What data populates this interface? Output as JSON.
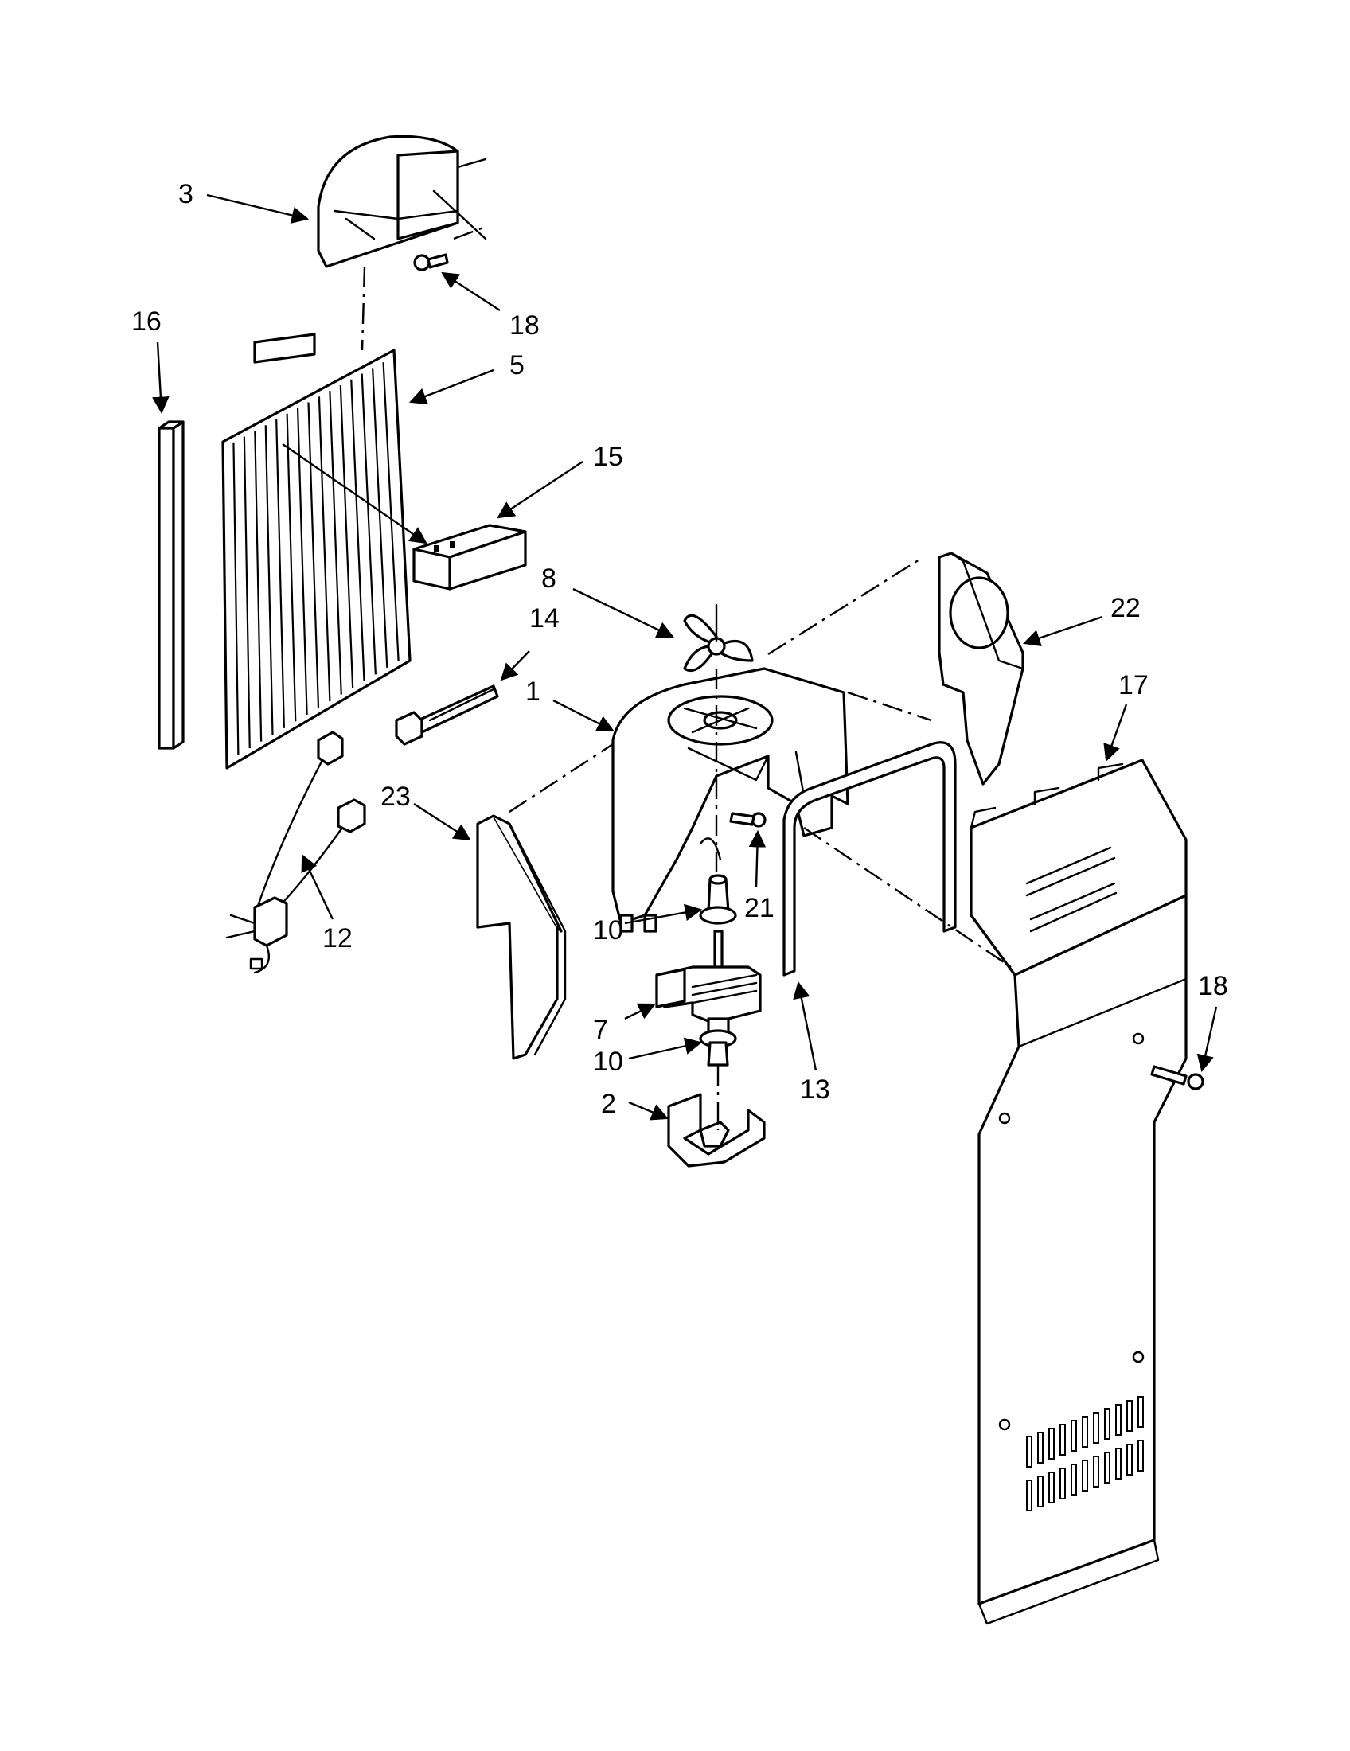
{
  "diagram": {
    "callouts": [
      {
        "id": "c3",
        "text": "3"
      },
      {
        "id": "c18a",
        "text": "18"
      },
      {
        "id": "c16",
        "text": "16"
      },
      {
        "id": "c5",
        "text": "5"
      },
      {
        "id": "c15",
        "text": "15"
      },
      {
        "id": "c8",
        "text": "8"
      },
      {
        "id": "c14",
        "text": "14"
      },
      {
        "id": "c1",
        "text": "1"
      },
      {
        "id": "c22",
        "text": "22"
      },
      {
        "id": "c17",
        "text": "17"
      },
      {
        "id": "c23",
        "text": "23"
      },
      {
        "id": "c12",
        "text": "12"
      },
      {
        "id": "c10a",
        "text": "10"
      },
      {
        "id": "c21",
        "text": "21"
      },
      {
        "id": "c7",
        "text": "7"
      },
      {
        "id": "c10b",
        "text": "10"
      },
      {
        "id": "c13",
        "text": "13"
      },
      {
        "id": "c18b",
        "text": "18"
      },
      {
        "id": "c2",
        "text": "2"
      }
    ]
  }
}
